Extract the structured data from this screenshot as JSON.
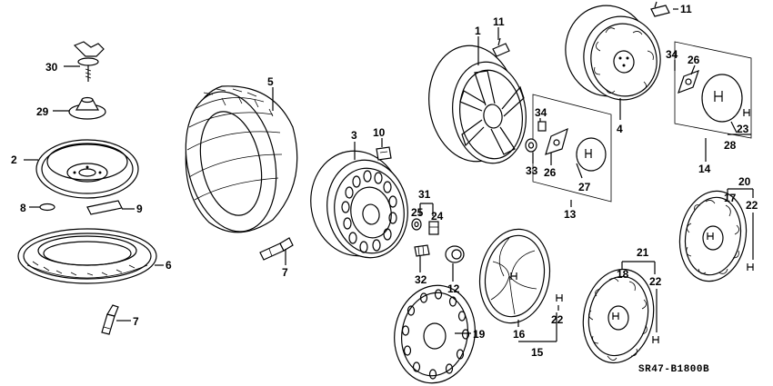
{
  "diagram": {
    "drawing_code": "SR47-B1800B",
    "callouts": {
      "c1": "1",
      "c2": "2",
      "c3": "3",
      "c4": "4",
      "c5": "5",
      "c6": "6",
      "c7a": "7",
      "c7b": "7",
      "c8": "8",
      "c9": "9",
      "c10": "10",
      "c11a": "11",
      "c11b": "11",
      "c12": "12",
      "c13": "13",
      "c14": "14",
      "c15": "15",
      "c16": "16",
      "c17": "17",
      "c18": "18",
      "c19": "19",
      "c20": "20",
      "c21": "21",
      "c22a": "22",
      "c22b": "22",
      "c22c": "22",
      "c23": "23",
      "c24": "24",
      "c25": "25",
      "c26a": "26",
      "c26b": "26",
      "c27": "27",
      "c28": "28",
      "c29": "29",
      "c30": "30",
      "c31": "31",
      "c32": "32",
      "c33": "33",
      "c34a": "34",
      "c34b": "34"
    }
  }
}
